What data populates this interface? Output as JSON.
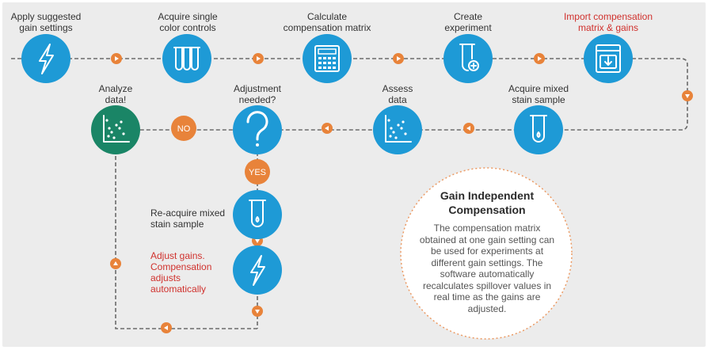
{
  "steps": {
    "apply_gains": "Apply suggested\ngain settings",
    "acquire_single": "Acquire single\ncolor controls",
    "calc_matrix": "Calculate\ncompensation matrix",
    "create_experiment": "Create\nexperiment",
    "import_matrix": "Import compensation\nmatrix & gains",
    "acquire_mixed": "Acquire mixed\nstain sample",
    "assess_data": "Assess\ndata",
    "adjustment_needed": "Adjustment\nneeded?",
    "analyze_data": "Analyze\ndata!",
    "reacquire": "Re-acquire mixed\nstain sample",
    "adjust_gains": "Adjust gains.\nCompensation\nadjusts\nautomatically"
  },
  "decisions": {
    "no": "NO",
    "yes": "YES"
  },
  "callout": {
    "title": "Gain Independent\nCompensation",
    "body": "The compensation matrix obtained at one gain setting can be used for experiments at different gain settings. The software automatically recalculates spillover values in real time as the gains are adjusted."
  },
  "icons": {
    "apply_gains": "lightning-bolt",
    "acquire_single": "three-test-tubes",
    "calc_matrix": "calculator-grid",
    "create_experiment": "test-tube-plus",
    "import_matrix": "import-tray",
    "acquire_mixed": "test-tube-drop",
    "assess_data": "scatter-plot",
    "adjustment_needed": "question-mark",
    "analyze_data": "scatter-plot",
    "reacquire": "test-tube-drop",
    "adjust_gains": "lightning-bolt"
  },
  "colors": {
    "node_blue": "#1e9ad6",
    "node_green": "#1a8566",
    "connector_orange": "#e8833a",
    "highlight_red": "#d0312d",
    "callout_border": "#ec9a63",
    "background": "#ececec"
  }
}
